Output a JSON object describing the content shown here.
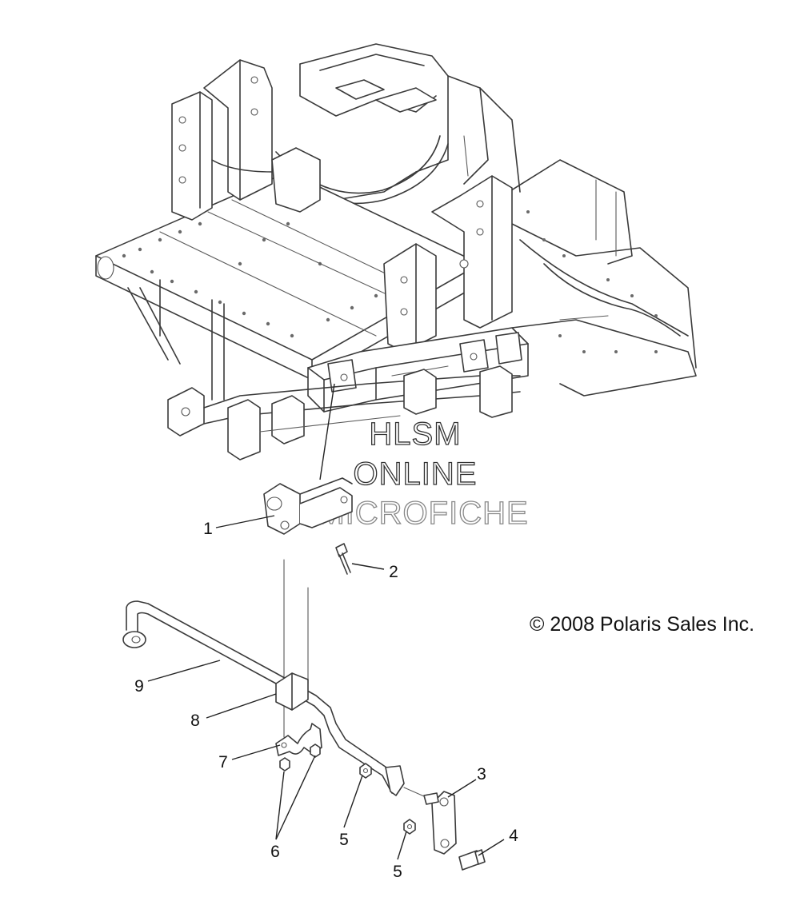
{
  "diagram": {
    "copyright": "© 2008 Polaris Sales Inc.",
    "watermark": [
      "HLSM",
      "ONLINE",
      "MICROFICHE"
    ],
    "callouts": {
      "c1": "1",
      "c2": "2",
      "c3": "3",
      "c4": "4",
      "c5a": "5",
      "c5b": "5",
      "c6": "6",
      "c7": "7",
      "c8": "8",
      "c9": "9"
    }
  }
}
